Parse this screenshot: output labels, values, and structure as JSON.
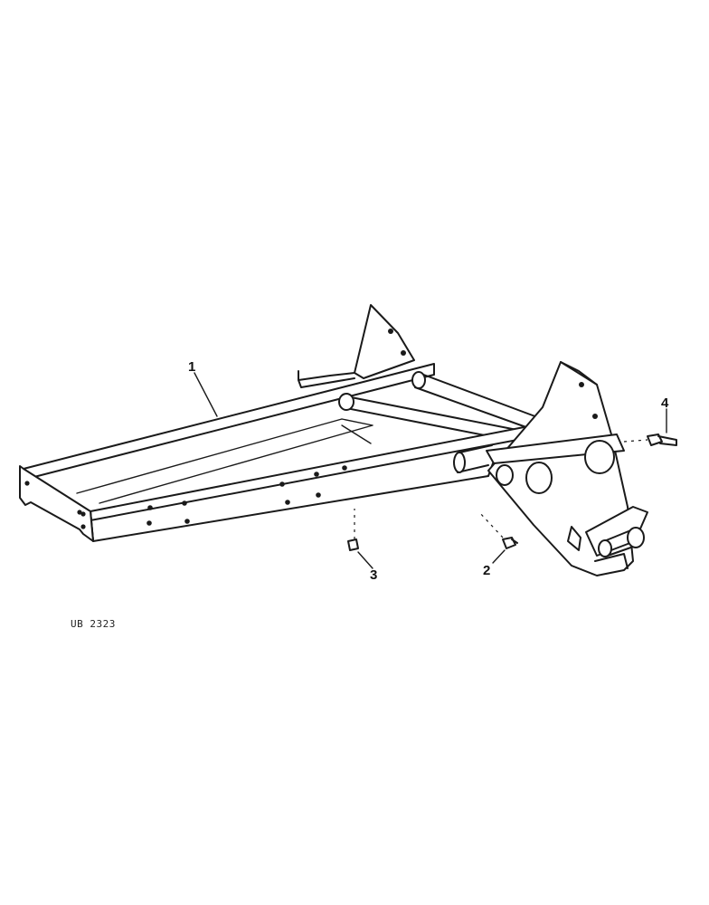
{
  "callouts": [
    {
      "id": "1",
      "label": "1"
    },
    {
      "id": "2",
      "label": "2"
    },
    {
      "id": "3",
      "label": "3"
    },
    {
      "id": "4",
      "label": "4"
    }
  ],
  "figure_id": "UB 2323"
}
